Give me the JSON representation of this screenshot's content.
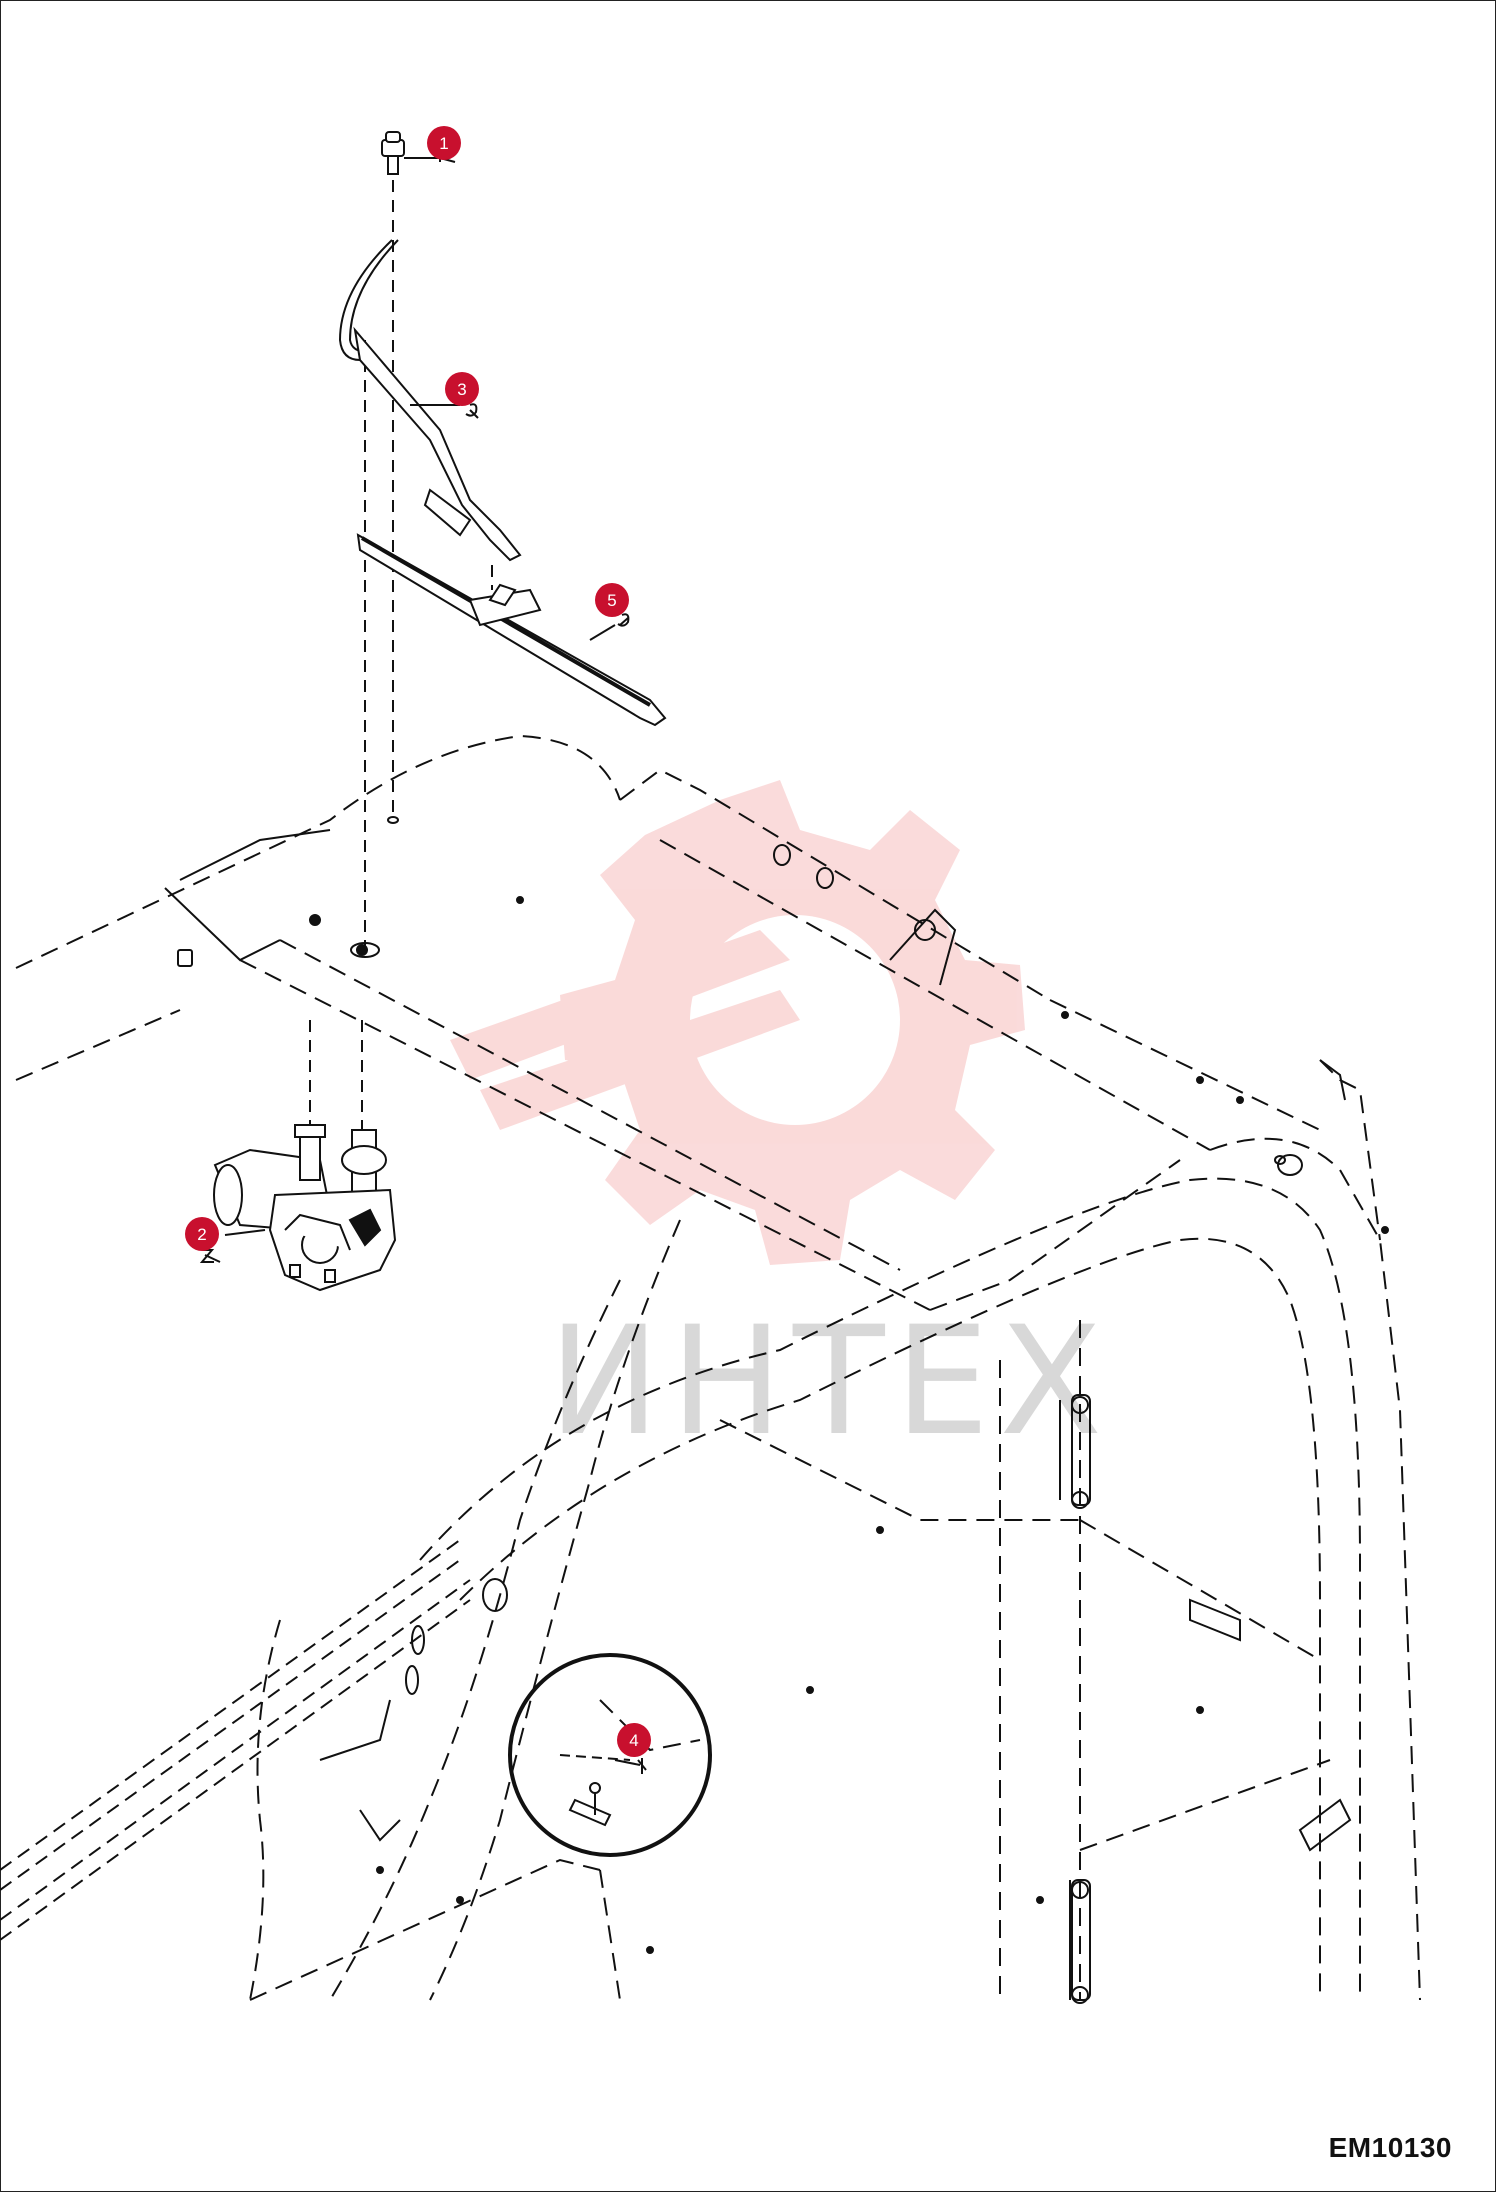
{
  "figure": {
    "code": "EM10130"
  },
  "watermark": {
    "text": "ИНТЕХ",
    "color": "#e53935",
    "icon": "gear-wrench-icon"
  },
  "callouts": [
    {
      "id": "1",
      "label": "1",
      "part": "wiper-arm-nut"
    },
    {
      "id": "2",
      "label": "2",
      "part": "wiper-motor"
    },
    {
      "id": "3",
      "label": "3",
      "part": "wiper-arm"
    },
    {
      "id": "4",
      "label": "4",
      "part": "washer-nozzle"
    },
    {
      "id": "5",
      "label": "5",
      "part": "wiper-blade"
    }
  ],
  "colors": {
    "callout": "#c8102e",
    "line": "#111111"
  }
}
